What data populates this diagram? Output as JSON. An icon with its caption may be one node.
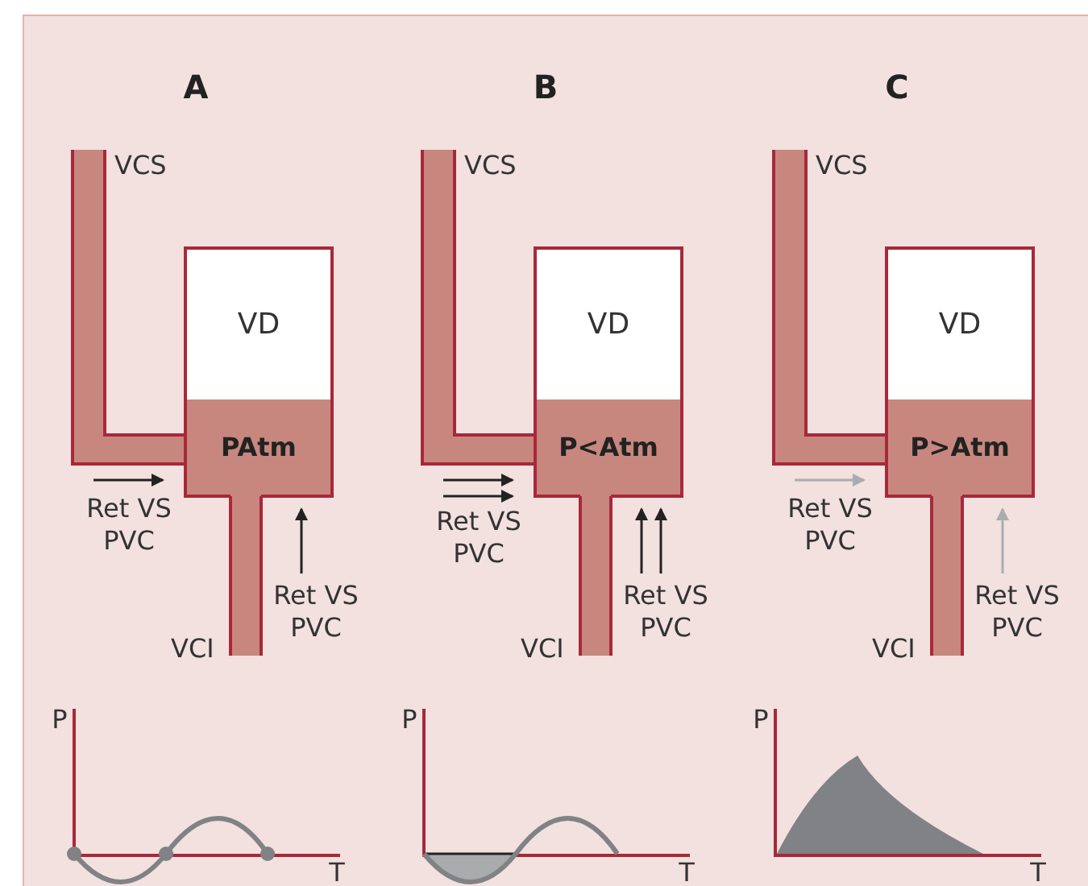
{
  "diagram": {
    "nodes": [
      {
        "text": [
          "A"
        ]
      },
      {
        "text": [],
        "shape": "bar",
        "beside": [
          "VCS"
        ],
        "in": 0
      },
      {
        "text": [
          "VD"
        ],
        "in": 0
      },
      {
        "text": [
          "PAtm"
        ],
        "in": 0
      },
      {
        "text": [],
        "shape": "bar",
        "beside": [
          "VCI"
        ],
        "in": 0
      },
      {
        "text": [
          "B"
        ]
      },
      {
        "text": [],
        "shape": "bar",
        "beside": [
          "VCS"
        ],
        "in": 5
      },
      {
        "text": [
          "VD"
        ],
        "in": 5
      },
      {
        "text": [
          "P<Atm"
        ],
        "in": 5
      },
      {
        "text": [],
        "shape": "bar",
        "beside": [
          "VCI"
        ],
        "in": 5
      },
      {
        "text": [
          "C"
        ]
      },
      {
        "text": [],
        "shape": "bar",
        "beside": [
          "VCS"
        ],
        "in": 10
      },
      {
        "text": [
          "VD"
        ],
        "in": 10
      },
      {
        "text": [
          "P>Atm"
        ],
        "in": 10
      },
      {
        "text": [],
        "shape": "bar",
        "beside": [
          "VCI"
        ],
        "in": 10
      }
    ],
    "labels": [
      "Ret VS PVC",
      "Ret VS PVC",
      "P",
      "T",
      "Ret VS PVC",
      "Ret VS PVC",
      "P",
      "T",
      "Ret VS PVC",
      "Ret VS PVC",
      "P",
      "T"
    ]
  }
}
